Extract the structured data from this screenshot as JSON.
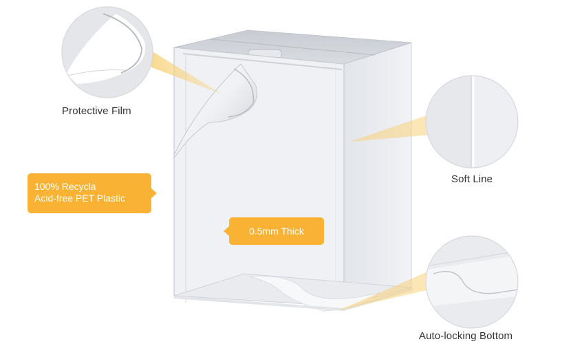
{
  "labels": {
    "protective_film": "Protective Film",
    "soft_line": "Soft Line",
    "auto_locking_bottom": "Auto-locking Bottom"
  },
  "callouts": {
    "recycled_line1": "100% Recycla",
    "recycled_line2": "Acid-free PET Plastic",
    "thickness": "0.5mm Thick"
  },
  "icons": {
    "main": "clear-box-protector",
    "zoom_film": "peeling-film-magnifier",
    "zoom_line": "soft-line-magnifier",
    "zoom_bottom": "locking-bottom-magnifier"
  },
  "colors": {
    "accent": "#f9b233",
    "beam": "#f7d27a",
    "text": "#333333"
  }
}
